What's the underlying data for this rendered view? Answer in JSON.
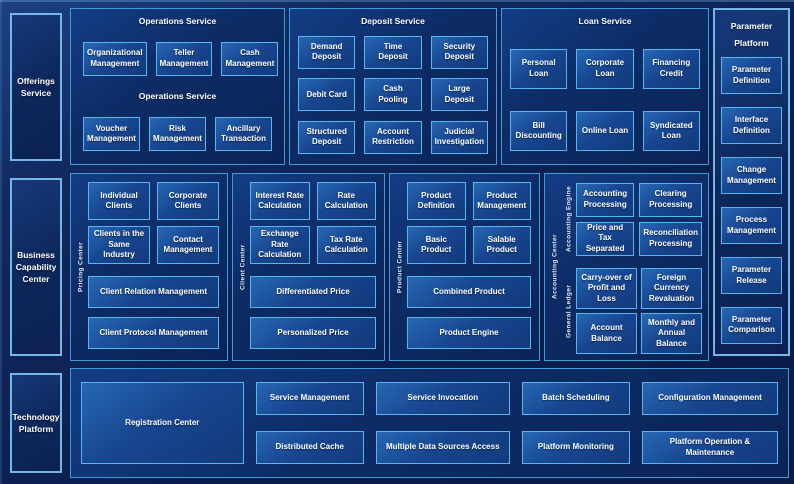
{
  "sidebar": {
    "offerings_label": "Offerings Service",
    "business_label": "Business Capability Center",
    "technology_label": "Technology Platform"
  },
  "operations": {
    "title": "Operations Service",
    "subtitle": "Operations Service",
    "row1": [
      "Organizational Management",
      "Teller Management",
      "Cash Management"
    ],
    "row2": [
      "Voucher Management",
      "Risk Management",
      "Ancillary Transaction"
    ]
  },
  "deposit": {
    "title": "Deposit Service",
    "cells": [
      "Demand Deposit",
      "Time Deposit",
      "Security Deposit",
      "Debit Card",
      "Cash Pooling",
      "Large Deposit",
      "Structured Deposit",
      "Account Restriction",
      "Judicial Investigation"
    ]
  },
  "loan": {
    "title": "Loan Service",
    "row1": [
      "Personal Loan",
      "Corporate Loan",
      "Financing Credit"
    ],
    "row2": [
      "Bill Discounting",
      "Online Loan",
      "Syndicated Loan"
    ]
  },
  "parameter_platform": {
    "title": "Parameter Platform",
    "items": [
      "Parameter Definition",
      "Interface Definition",
      "Change Management",
      "Process Management",
      "Parameter Release",
      "Parameter Comparison"
    ]
  },
  "pricing_center": {
    "side_label": "Pricing Center",
    "small_cells": [
      "Individual Clients",
      "Corporate Clients",
      "Clients in the Same Industry",
      "Contact Management"
    ],
    "wide_cells": [
      "Client Relation Management",
      "Client Protocol Management"
    ]
  },
  "client_center": {
    "side_label": "Client Center",
    "small_cells": [
      "Interest Rate Calculation",
      "Rate Calculation",
      "Exchange Rate Calculation",
      "Tax Rate Calculation"
    ],
    "wide_cells": [
      "Differentiated Price",
      "Personalized Price"
    ]
  },
  "product_center": {
    "side_label": "Product Center",
    "small_cells": [
      "Product Definition",
      "Product Management",
      "Basic Product",
      "Salable Product"
    ],
    "wide_cells": [
      "Combined Product",
      "Product Engine"
    ]
  },
  "accounting_center": {
    "side_label": "Accounting Center",
    "engine": {
      "side_label": "Accounting Engine",
      "cells": [
        "Accounting Processing",
        "Clearing Processing",
        "Price and Tax Separated",
        "Reconciliation Processing"
      ]
    },
    "ledger": {
      "side_label": "General Ledger",
      "cells": [
        "Carry-over of Profit and Loss",
        "Foreign Currency Revaluation",
        "Account Balance",
        "Monthly and Annual Balance"
      ]
    }
  },
  "technology": {
    "registration": "Registration Center",
    "columns": [
      [
        "Service Management",
        "Distributed Cache"
      ],
      [
        "Service Invocation",
        "Multiple Data Sources Access"
      ],
      [
        "Batch Scheduling",
        "Platform Monitoring"
      ],
      [
        "Configuration Management",
        "Platform Operation & Maintenance"
      ]
    ]
  },
  "colors": {
    "background": "#0c2154",
    "panel_border": "#3f9bd9",
    "cell_border": "#56b6f0",
    "label_border": "#74b6e6",
    "text": "#ffffff"
  }
}
